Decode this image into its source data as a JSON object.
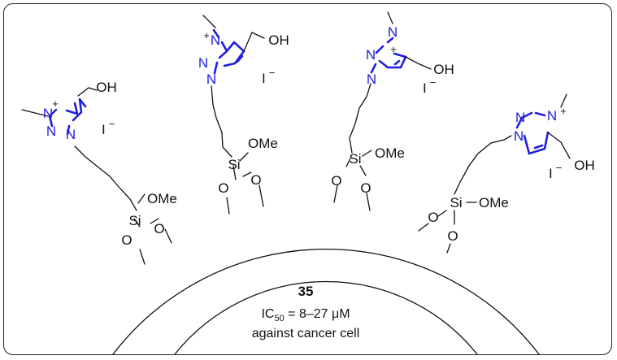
{
  "labels": {
    "n": "N",
    "n_plus": "N",
    "plus": "+",
    "oh": "OH",
    "ome": "OMe",
    "si": "Si",
    "o": "O",
    "iodide": "I",
    "minus": "−"
  },
  "caption": {
    "compound": "35",
    "ic_prefix": "IC",
    "ic_sub": "50",
    "ic_value": " = 8–27 μM",
    "target": "against cancer cell"
  },
  "colors": {
    "triazole": "#1f1fe0",
    "line": "#111111",
    "frame": "#222222"
  }
}
